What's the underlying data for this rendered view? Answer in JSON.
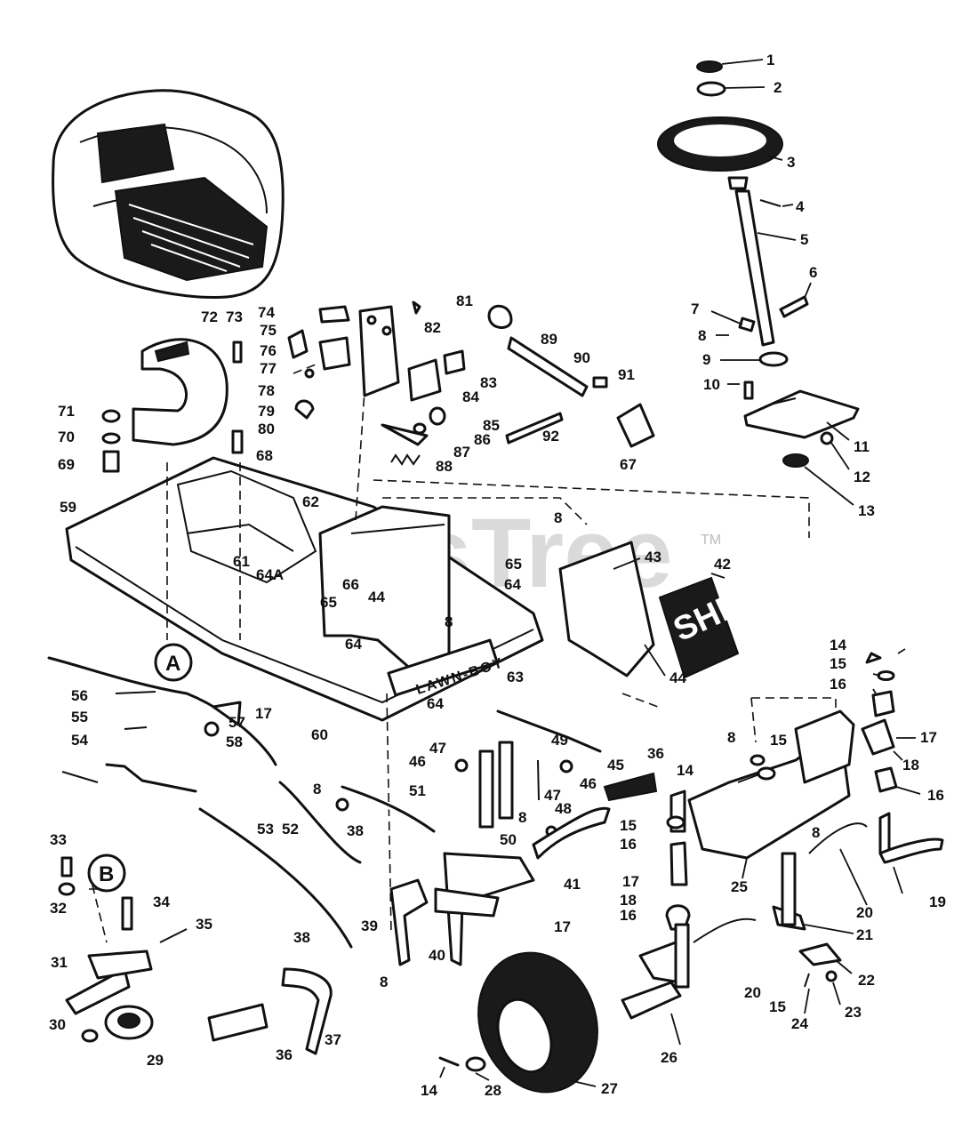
{
  "watermark": {
    "text": "PartsTree",
    "trademark": "TM"
  },
  "brand_plate": "LAWN-BOY",
  "hood_decal": "SHP",
  "view_markers": [
    "A",
    "B"
  ],
  "callouts": [
    "1",
    "2",
    "3",
    "4",
    "5",
    "6",
    "7",
    "8",
    "9",
    "10",
    "11",
    "12",
    "13",
    "14",
    "15",
    "16",
    "17",
    "18",
    "19",
    "20",
    "21",
    "22",
    "23",
    "24",
    "25",
    "26",
    "27",
    "28",
    "29",
    "30",
    "31",
    "32",
    "33",
    "34",
    "35",
    "36",
    "37",
    "38",
    "39",
    "40",
    "41",
    "42",
    "43",
    "44",
    "45",
    "46",
    "47",
    "48",
    "49",
    "50",
    "51",
    "52",
    "53",
    "54",
    "55",
    "56",
    "57",
    "58",
    "59",
    "60",
    "61",
    "62",
    "63",
    "64",
    "64A",
    "65",
    "66",
    "67",
    "68",
    "69",
    "70",
    "71",
    "72",
    "73",
    "74",
    "75",
    "76",
    "77",
    "78",
    "79",
    "80",
    "81",
    "82",
    "83",
    "84",
    "85",
    "86",
    "87",
    "88",
    "89",
    "90",
    "91",
    "92"
  ]
}
